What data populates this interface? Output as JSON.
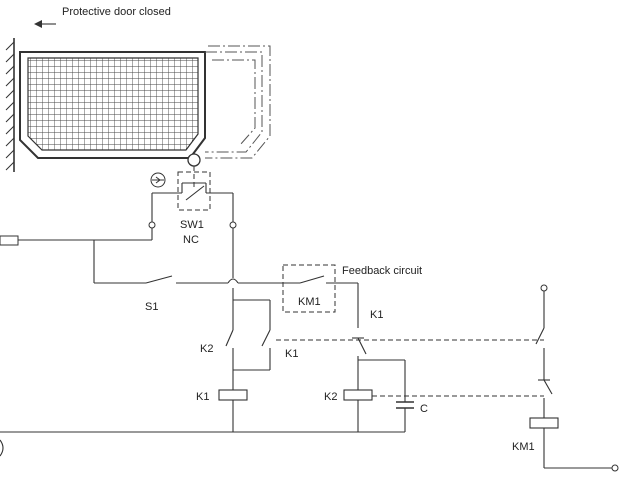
{
  "header": {
    "door_label": "Protective door closed"
  },
  "labels": {
    "sw1": "SW1",
    "nc": "NC",
    "feedback": "Feedback circuit",
    "km1_feedback": "KM1",
    "s1": "S1",
    "k1_contact_right": "K1",
    "k2_left": "K2",
    "k1_mid": "K1",
    "k1_coil": "K1",
    "k2_coil": "K2",
    "c": "C",
    "km1_coil": "KM1"
  },
  "icons": [
    "arrow-left-icon",
    "wall-hatch-icon",
    "mesh-guard-icon",
    "roller-icon",
    "position-switch-icon",
    "fuse-icon"
  ],
  "colors": {
    "line": "#333333",
    "background": "#ffffff"
  }
}
